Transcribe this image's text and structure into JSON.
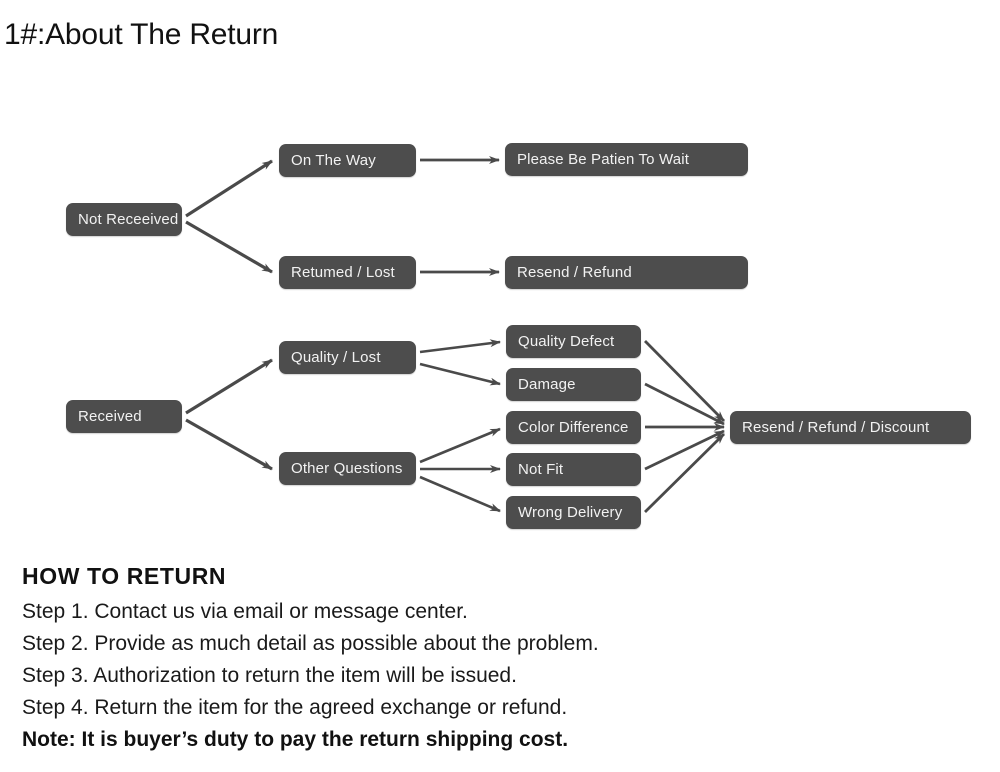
{
  "page": {
    "title": "1#:About The Return",
    "background_color": "#ffffff",
    "node_color": "#4d4d4d",
    "node_text_color": "#f2f2f2",
    "arrow_color": "#4a4a4a"
  },
  "flowchart": {
    "type": "diagram",
    "nodes": {
      "not_received": "Not Receeived",
      "on_the_way": "On The Way",
      "returned_lost": "Retumed / Lost",
      "please_wait": "Please Be Patien To Wait",
      "resend_refund": "Resend / Refund",
      "received": "Received",
      "quality_lost": "Quality / Lost",
      "other_questions": "Other Questions",
      "quality_defect": "Quality Defect",
      "damage": "Damage",
      "color_difference": "Color Difference",
      "not_fit": "Not Fit",
      "wrong_delivery": "Wrong Delivery",
      "final_outcome": "Resend / Refund / Discount"
    },
    "edges": [
      {
        "from": "not_received",
        "to": "on_the_way"
      },
      {
        "from": "not_received",
        "to": "returned_lost"
      },
      {
        "from": "on_the_way",
        "to": "please_wait"
      },
      {
        "from": "returned_lost",
        "to": "resend_refund"
      },
      {
        "from": "received",
        "to": "quality_lost"
      },
      {
        "from": "received",
        "to": "other_questions"
      },
      {
        "from": "quality_lost",
        "to": "quality_defect"
      },
      {
        "from": "quality_lost",
        "to": "damage"
      },
      {
        "from": "other_questions",
        "to": "color_difference"
      },
      {
        "from": "other_questions",
        "to": "not_fit"
      },
      {
        "from": "other_questions",
        "to": "wrong_delivery"
      },
      {
        "from": "quality_defect",
        "to": "final_outcome"
      },
      {
        "from": "damage",
        "to": "final_outcome"
      },
      {
        "from": "color_difference",
        "to": "final_outcome"
      },
      {
        "from": "not_fit",
        "to": "final_outcome"
      },
      {
        "from": "wrong_delivery",
        "to": "final_outcome"
      }
    ]
  },
  "how_to_return": {
    "heading": "HOW TO RETURN",
    "steps": [
      "Step 1. Contact us via email or message center.",
      "Step 2. Provide as much detail as possible about the problem.",
      "Step 3. Authorization to return the item will be issued.",
      "Step 4. Return the item for the agreed exchange or refund."
    ],
    "note": "Note: It is buyer’s duty to pay the return shipping cost."
  }
}
